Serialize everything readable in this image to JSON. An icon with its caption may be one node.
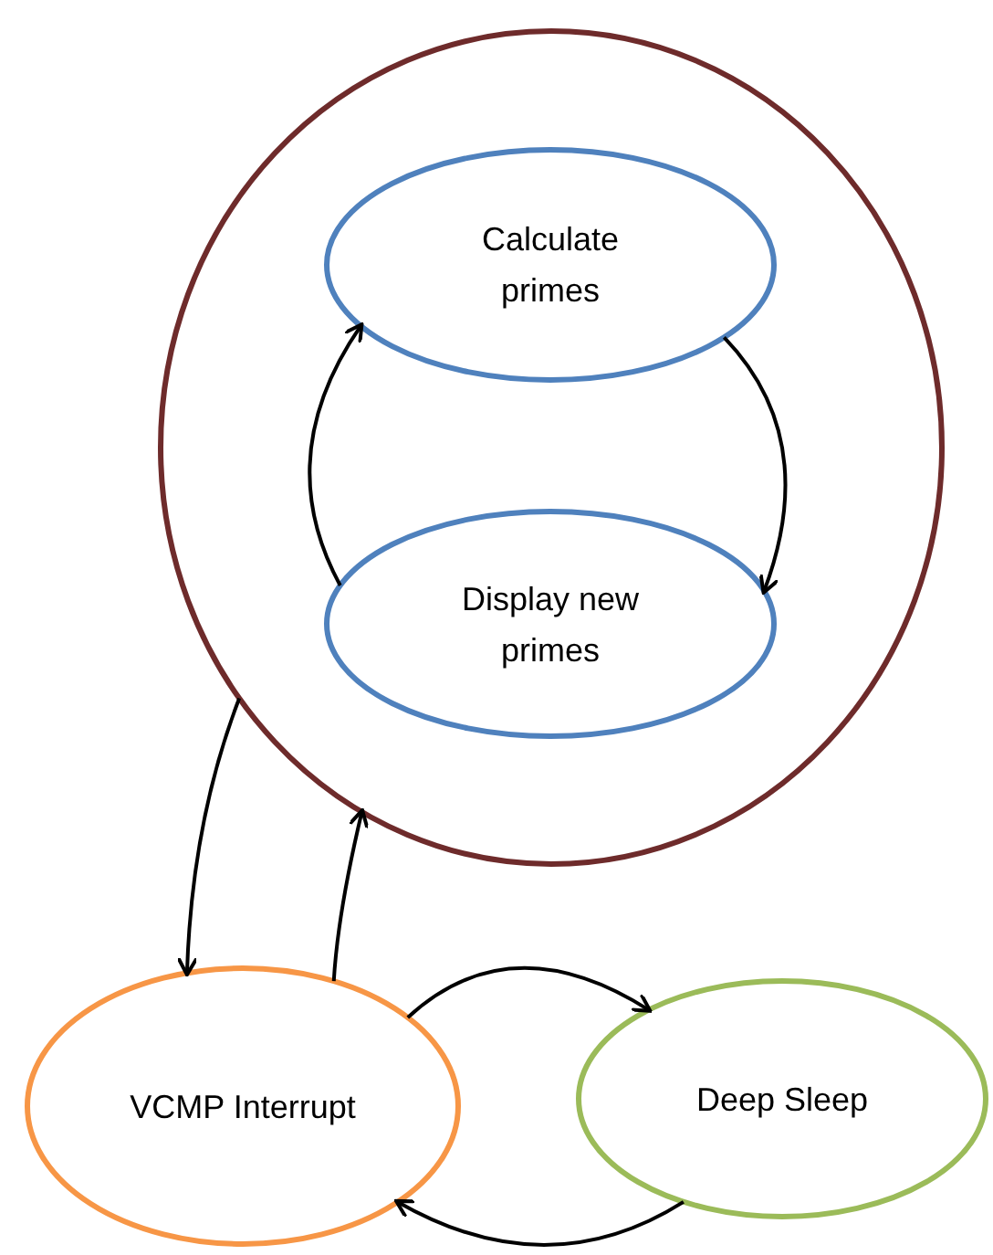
{
  "diagram": {
    "nodes": [
      {
        "text": [],
        "shape": "ellipse"
      },
      {
        "text": [
          "Calculate primes"
        ],
        "in": 0
      },
      {
        "text": [
          "Display new primes"
        ],
        "in": 0
      },
      {
        "text": [
          "VCMP Interrupt"
        ]
      },
      {
        "text": [
          "Deep Sleep"
        ]
      }
    ],
    "edges": [
      {
        "from": 2,
        "to": 1,
        "arrow": "to"
      },
      {
        "from": 1,
        "to": 2,
        "arrow": "to"
      },
      {
        "from": 0,
        "to": 3,
        "arrow": "to"
      },
      {
        "from": 3,
        "to": 0,
        "arrow": "to"
      },
      {
        "from": 3,
        "to": 4,
        "arrow": "to"
      },
      {
        "from": 4,
        "to": 3,
        "arrow": "to"
      }
    ]
  }
}
